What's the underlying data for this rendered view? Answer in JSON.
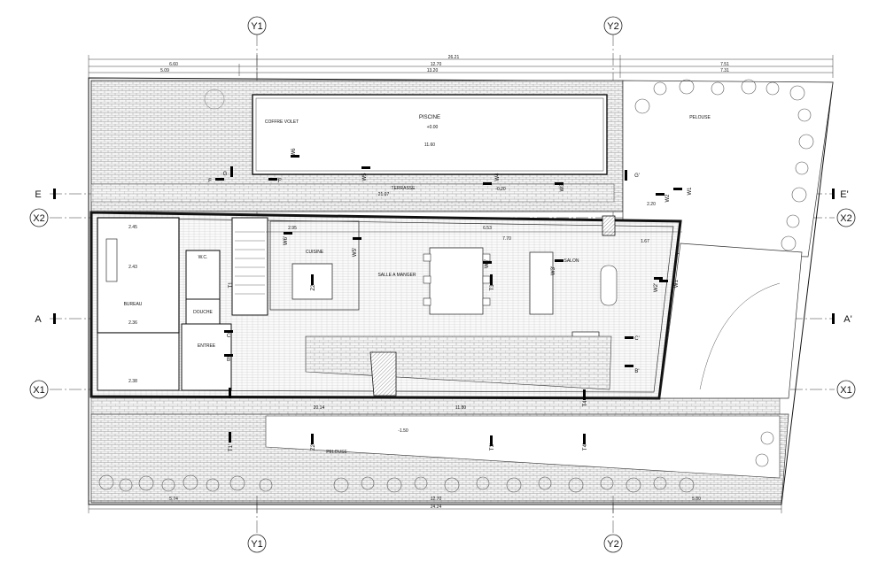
{
  "grid": {
    "y1": "Y1",
    "y2": "Y2",
    "x1": "X1",
    "x2": "X2",
    "a": "A",
    "a_prime": "A'",
    "e": "E",
    "e_prime": "E'"
  },
  "rooms": {
    "piscine": "PISCINE",
    "coffre_volet": "COFFRE VOLET",
    "cuisine": "CUISINE",
    "salle_a_manger": "SALLE A MANGER",
    "salon": "SALON",
    "bureau": "BUREAU",
    "entree": "ENTREE",
    "wc": "W.C.",
    "pelouse_top": "PELOUSE",
    "pelouse_bottom": "PELOUSE",
    "terrasse": "TERRASSE",
    "douche": "DOUCHE"
  },
  "section_marks": {
    "t1": "T1",
    "t1_prime": "T1'",
    "z2": "Z2",
    "z2_prime": "Z2'",
    "t3": "T3",
    "t3_prime": "T3'",
    "t4": "T4",
    "t4_prime": "T4'",
    "w1": "W1",
    "w1_prime": "W1'",
    "w2": "W2",
    "w2_prime": "W2'",
    "w3": "W3",
    "w3_prime": "W3'",
    "w4": "W4",
    "w4_prime": "W4'",
    "w5": "W5",
    "w5_prime": "W5'",
    "w6": "W6",
    "w6_prime": "W6'",
    "b": "B",
    "b_prime": "B'",
    "c": "C",
    "c_prime": "C'",
    "f": "F",
    "f_prime": "F'",
    "g": "G",
    "g_prime": "G'"
  },
  "dimensions": {
    "top_total": "26.21",
    "top_a": "6.60",
    "top_b": "12.70",
    "top_c": "7.51",
    "top_d": "5.09",
    "top_e": "13.20",
    "top_f": "7.31",
    "pool_len": "11.60",
    "terrace_len": "21.07",
    "interior_a": "2.95",
    "interior_b": "6.53",
    "interior_c": "7.70",
    "bottom_total": "24.24",
    "bottom_a": "5.74",
    "bottom_b": "12.70",
    "bottom_c": "5.80",
    "lower_a": "20.14",
    "lower_b": "11.80",
    "left_a": "2.45",
    "left_b": "2.43",
    "left_c": "2.36",
    "left_d": "2.38",
    "right_a": "1.67",
    "right_b": "2.20",
    "level_1": "+0.00",
    "level_2": "-0.20",
    "level_3": "-1.50"
  }
}
